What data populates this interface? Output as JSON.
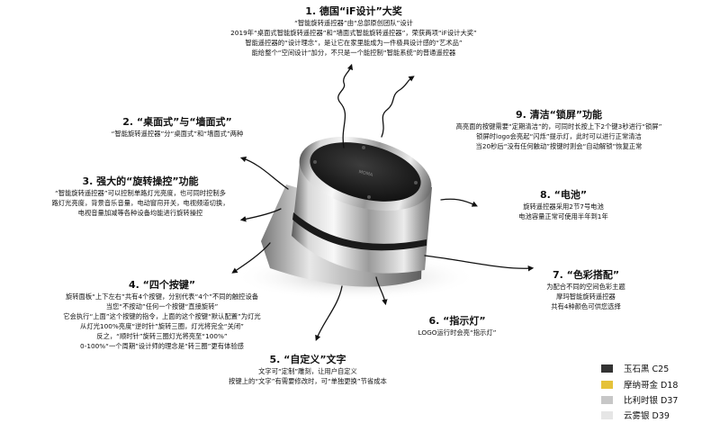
{
  "callouts": [
    {
      "id": "c1",
      "title": "1. 德国“iF设计”大奖",
      "lines": [
        "“智能旋转遥控器”由“总部原创团队”设计",
        "2019年“桌面式智能旋转遥控器”和“墙面式智能旋转遥控器”，荣获两项“iF设计大奖”",
        "智能遥控器的“设计理念”，是让它在家里能成为一件极具设计感的“艺术品”",
        "能给整个“空间设计”加分，不只是一个能控制“智能系统”的普通遥控器"
      ]
    },
    {
      "id": "c2",
      "title": "2. “桌面式”与“墙面式”",
      "lines": [
        "“智能旋转遥控器”分“桌面式”和“墙面式”两种"
      ]
    },
    {
      "id": "c3",
      "title": "3. 强大的“旋转操控”功能",
      "lines": [
        "“智能旋转遥控器”可以控制单路灯光亮度，也可同时控制多",
        "路灯光亮度，背景音乐音量，电动窗帘开关，电视频道切换，",
        "电视音量加减等各种设备均能进行旋转操控"
      ]
    },
    {
      "id": "c4",
      "title": "4. “四个按键”",
      "lines": [
        "旋转面板“上下左右”共有4个按键，分别代表“4个”不同的触控设备",
        "当您“不按动”任何一个按键“直接旋转”",
        "它会执行“上面”这个按键的指令，上面的这个按键“默认配置”为灯光",
        "从灯光100%亮度“逆时针”旋转三圈，灯光将完全“关闭”",
        "反之，“顺时针”旋转三圈灯光将亮至“100%”",
        "0-100%“一个周期”设计师的理念是“转三圈”更有体验感"
      ]
    },
    {
      "id": "c5",
      "title": "5. “自定义”文字",
      "lines": [
        "文字可“定制”雕刻，让用户自定义",
        "按键上的“文字”有需要修改时，可“单独更换”节省成本"
      ]
    },
    {
      "id": "c6",
      "title": "6. “指示灯”",
      "lines": [
        "LOGO运行时会亮“指示灯”"
      ]
    },
    {
      "id": "c7",
      "title": "7. “色彩搭配”",
      "lines": [
        "为配合不同的空间色彩主题",
        "摩玛智能旋转遥控器",
        "共有4种颜色可供您选择"
      ]
    },
    {
      "id": "c8",
      "title": "8. “电池”",
      "lines": [
        "旋转遥控器采用2节7号电池",
        "电池容量正常可使用半年到1年"
      ]
    },
    {
      "id": "c9",
      "title": "9. 清洁“锁屏”功能",
      "lines": [
        "高亮面的按键需要“定期清洁”的，可同时长按上下2个键3秒进行“锁屏”",
        "锁屏时logo会亮起“闪烁”提示灯，此时可以进行正常清洁",
        "当20秒后“没有任何触动”按键时则会“自动解锁”恢复正常"
      ]
    }
  ],
  "product": {
    "brand_mark": "MOMA"
  },
  "colors": [
    {
      "name": "玉石黑 C25",
      "hex": "#333333"
    },
    {
      "name": "摩纳哥金 D18",
      "hex": "#e5c23a"
    },
    {
      "name": "比利时银 D37",
      "hex": "#c7c7c7"
    },
    {
      "name": "云雾银 D39",
      "hex": "#e6e6e6"
    }
  ]
}
